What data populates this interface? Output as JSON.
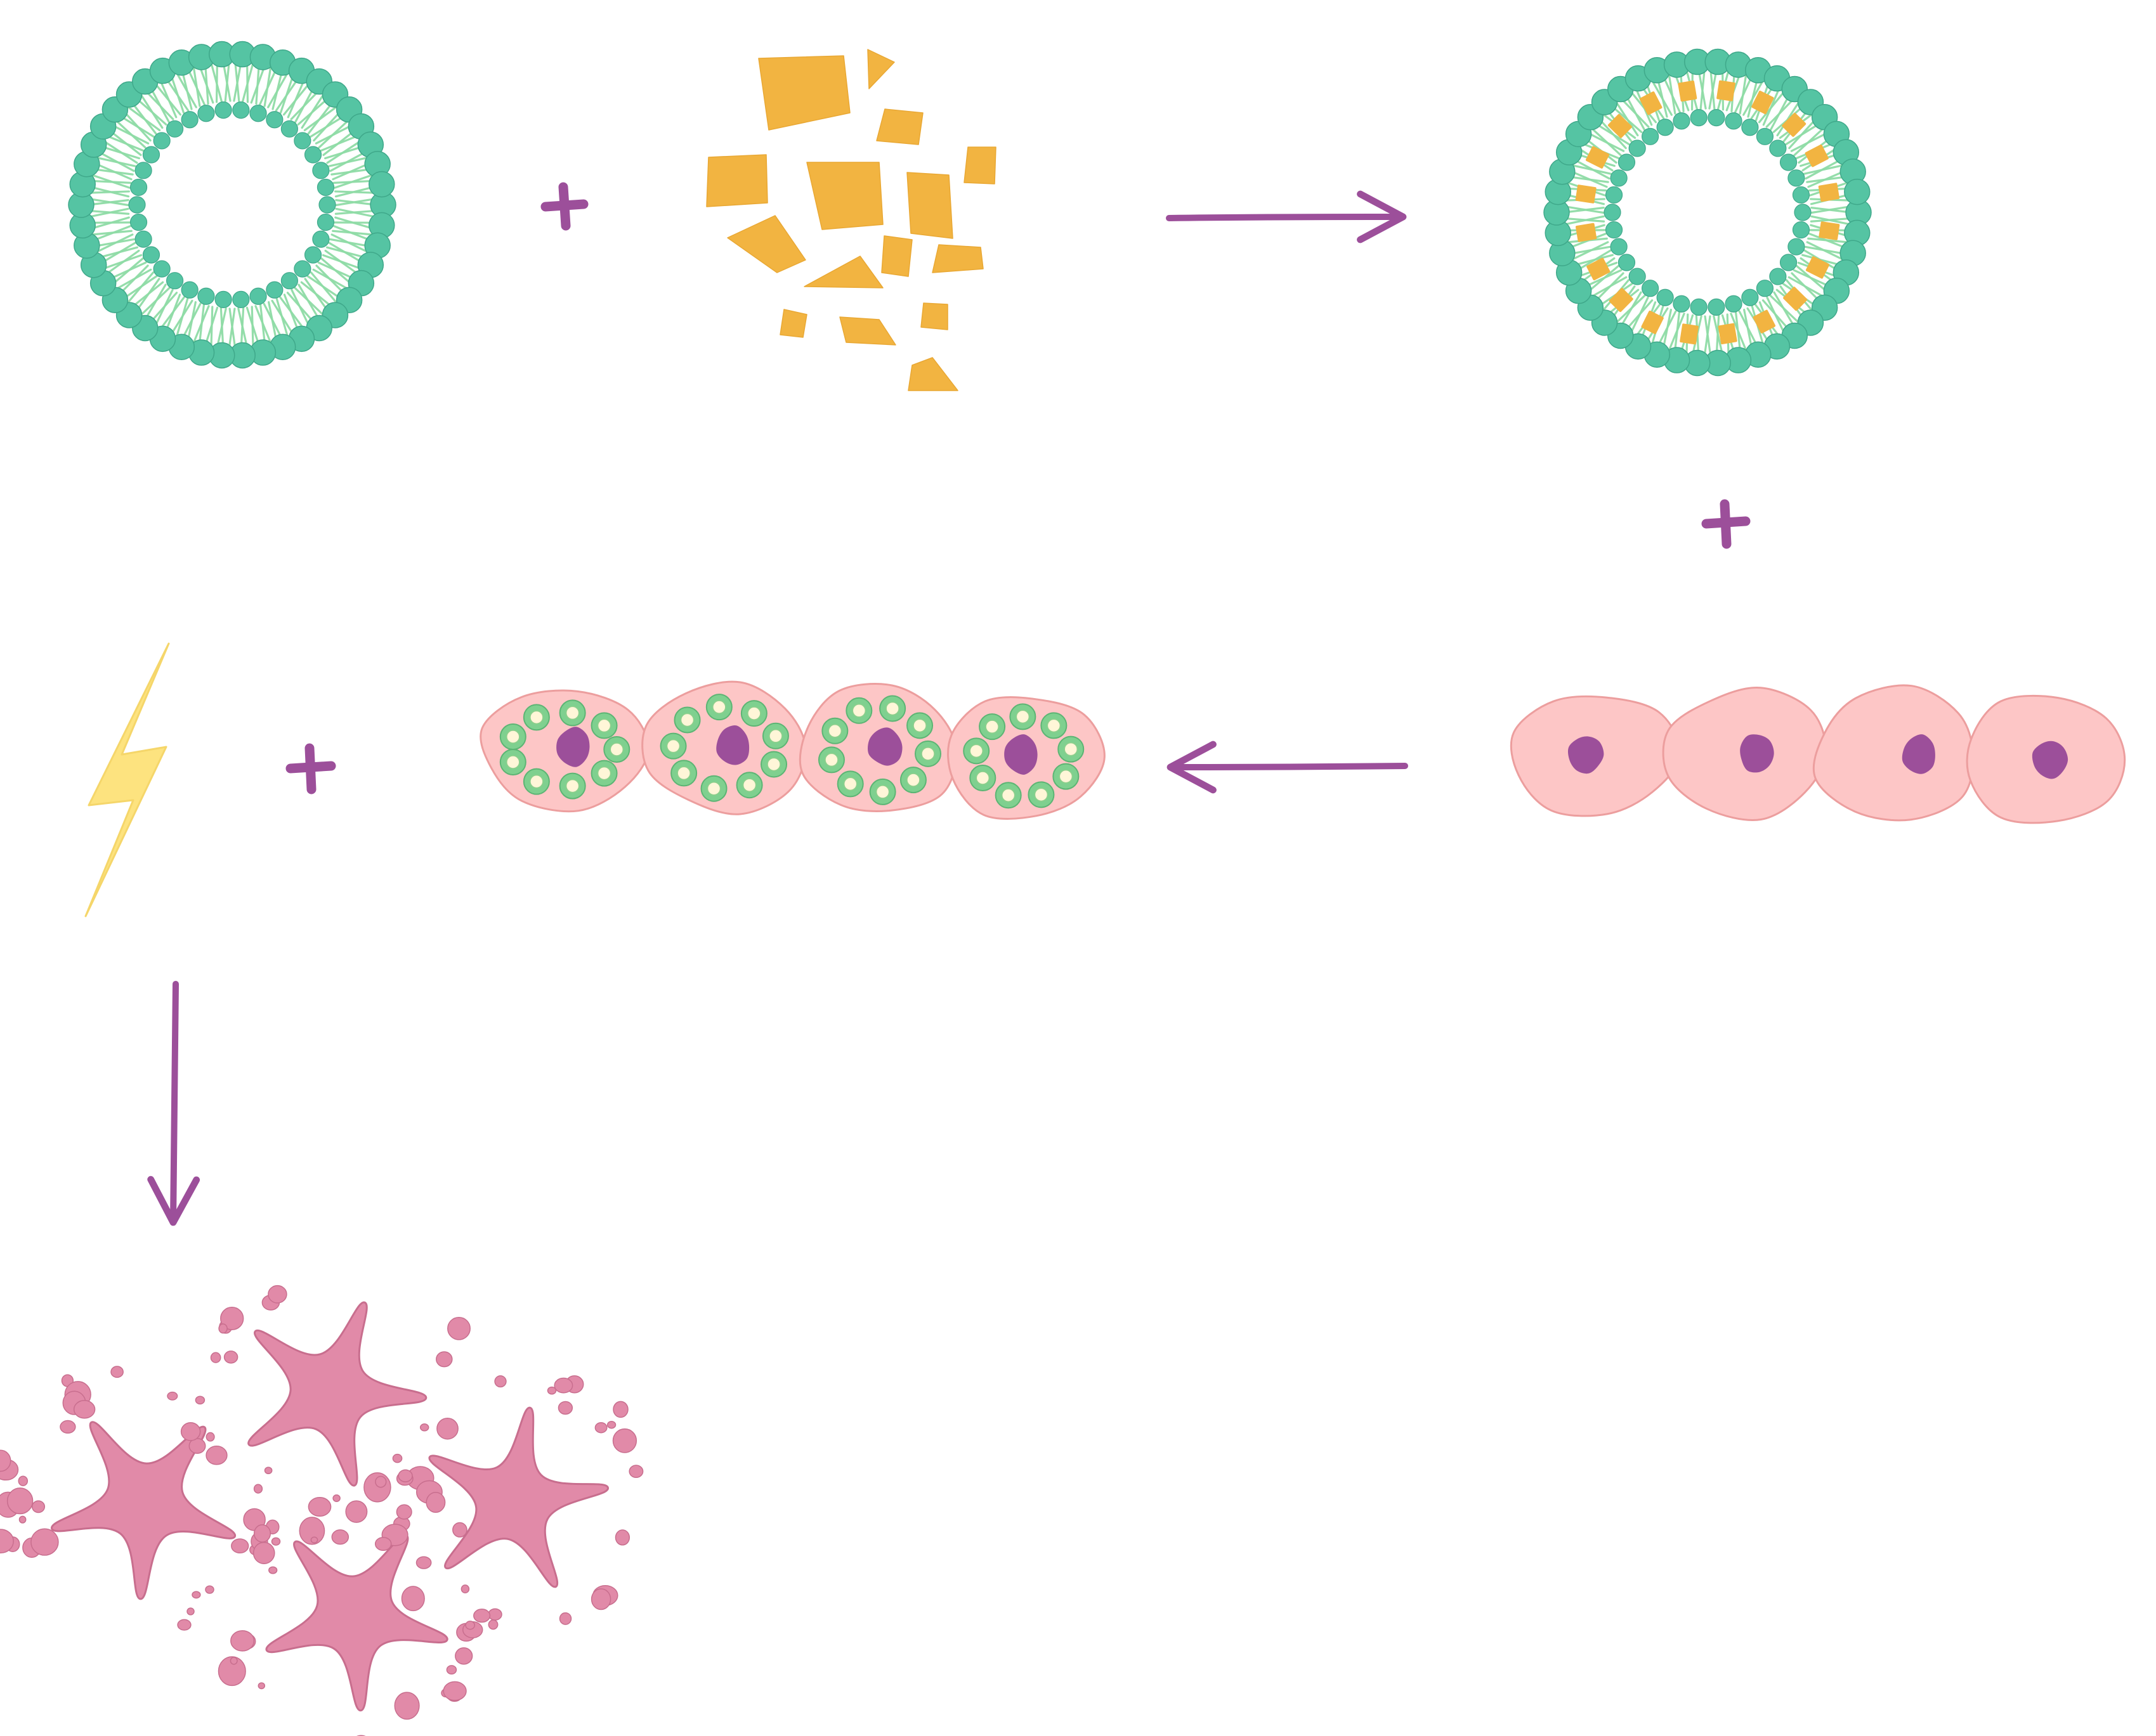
{
  "diagram": {
    "steps": [
      {
        "id": "empty-liposome",
        "kind": "liposome"
      },
      {
        "id": "drug-fragments",
        "kind": "drug"
      },
      {
        "id": "loaded-liposome",
        "kind": "liposome-with-drug"
      },
      {
        "id": "healthy-cells",
        "kind": "cell-row"
      },
      {
        "id": "cells-with-liposomes",
        "kind": "cell-row-loaded"
      },
      {
        "id": "light-trigger",
        "kind": "lightning"
      },
      {
        "id": "destroyed-cells",
        "kind": "fragmented-cells"
      }
    ],
    "connectors": [
      {
        "from": "empty-liposome",
        "to": "drug-fragments",
        "symbol": "plus"
      },
      {
        "from": "drug-fragments",
        "to": "loaded-liposome",
        "symbol": "arrow-right"
      },
      {
        "from": "loaded-liposome",
        "to": "healthy-cells",
        "symbol": "plus"
      },
      {
        "from": "healthy-cells",
        "to": "cells-with-liposomes",
        "symbol": "arrow-left"
      },
      {
        "from": "light-trigger",
        "to": "cells-with-liposomes",
        "symbol": "plus"
      },
      {
        "from": "light-trigger",
        "to": "destroyed-cells",
        "symbol": "arrow-down"
      }
    ]
  },
  "colors": {
    "headgroup": "#55c4a3",
    "headgroup_stroke": "#3fa88a",
    "tail": "#8fdca6",
    "drug": "#f2b441",
    "cell_fill": "#fdc6c6",
    "cell_stroke": "#ec9e9e",
    "nucleus": "#9c4f9a",
    "arrow": "#9c4f9a",
    "lightning": "#fde37f",
    "debris": "#e18aa8",
    "debris_stroke": "#c86e8e"
  }
}
